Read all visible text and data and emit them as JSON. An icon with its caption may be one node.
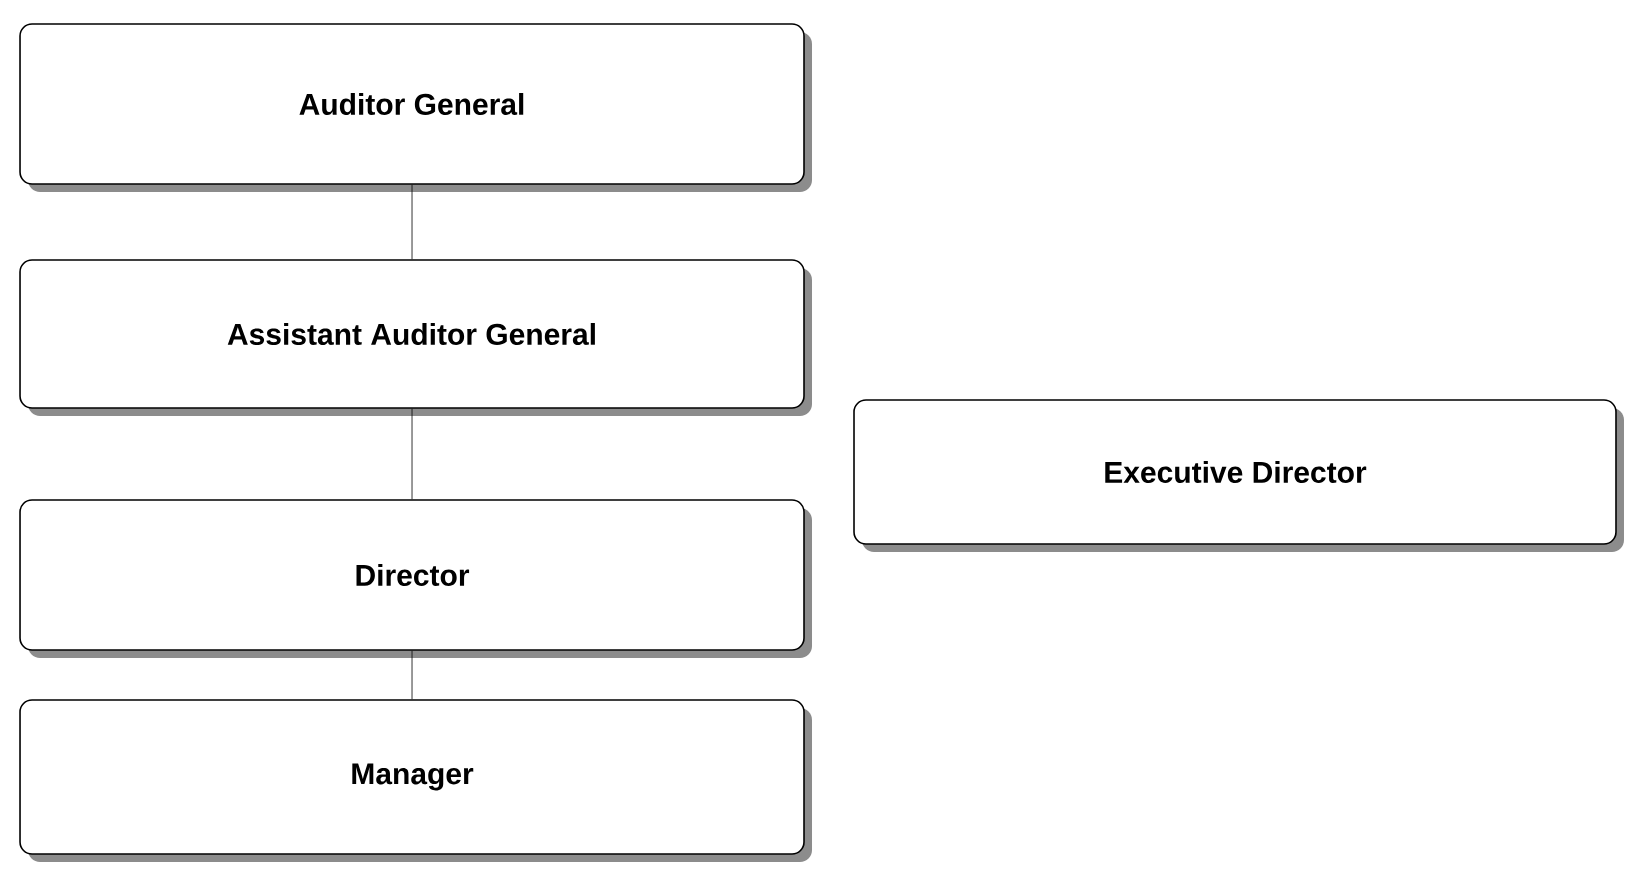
{
  "diagram": {
    "nodes": [
      {
        "text": [
          "Auditor General"
        ]
      },
      {
        "text": [
          "Assistant Auditor General"
        ]
      },
      {
        "text": [
          "Director"
        ]
      },
      {
        "text": [
          "Manager"
        ]
      },
      {
        "text": [
          "Executive Director"
        ]
      }
    ],
    "edges": [
      {
        "from": 0,
        "to": 1,
        "arrow": "none"
      },
      {
        "from": 1,
        "to": 2,
        "arrow": "none"
      },
      {
        "from": 2,
        "to": 3,
        "arrow": "none"
      }
    ]
  }
}
